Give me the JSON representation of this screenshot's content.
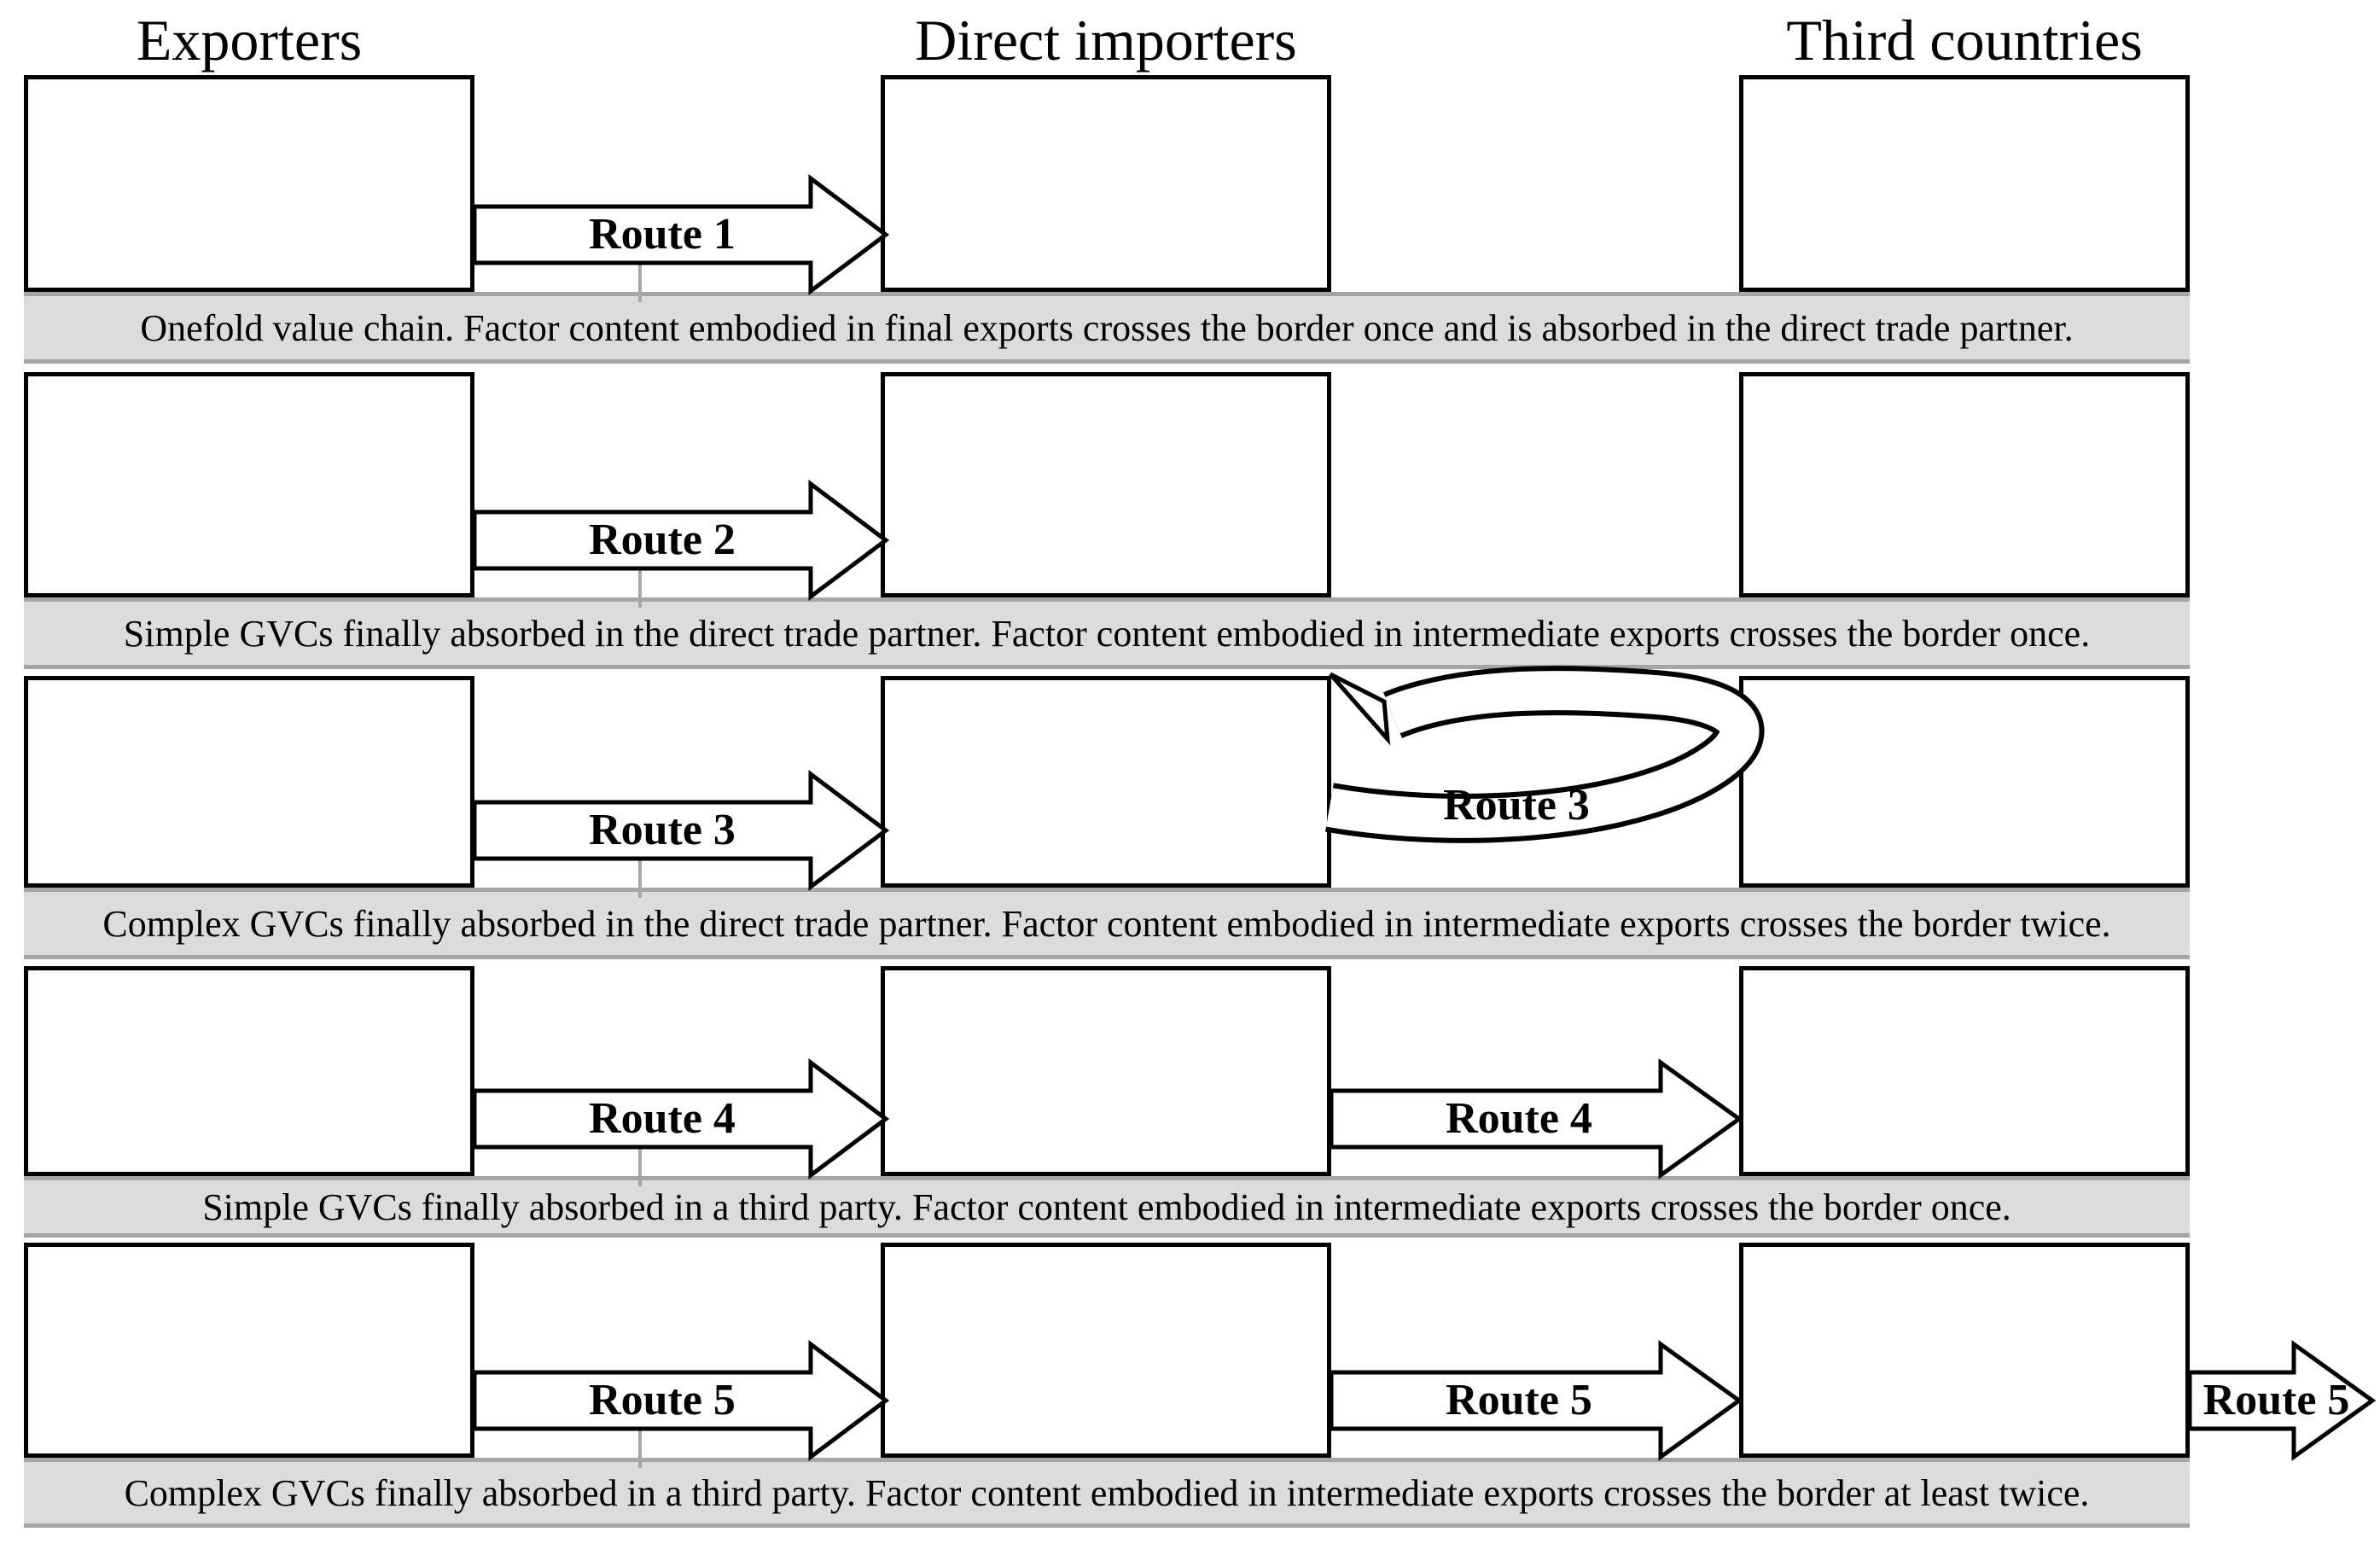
{
  "figure": {
    "columns": [
      "Exporters",
      "Direct importers",
      "Third countries"
    ],
    "rows": [
      {
        "left_arrow": "Route 1",
        "description": "Onefold value chain. Factor content embodied in final exports crosses the border once and is absorbed in the direct trade partner."
      },
      {
        "left_arrow": "Route 2",
        "description": "Simple GVCs finally absorbed in the direct trade partner. Factor content embodied in intermediate exports crosses the border once."
      },
      {
        "left_arrow": "Route 3",
        "loop_arrow": "Route 3",
        "description": "Complex GVCs finally absorbed in the direct trade partner. Factor content embodied in intermediate exports crosses the border twice."
      },
      {
        "left_arrow": "Route 4",
        "right_arrow": "Route 4",
        "description": "Simple GVCs finally absorbed in a third party. Factor content embodied in intermediate exports crosses the border once."
      },
      {
        "left_arrow": "Route 5",
        "right_arrow": "Route 5",
        "exit_arrow": "Route 5",
        "description": "Complex GVCs finally absorbed in a third party. Factor content embodied in intermediate exports crosses the border at least twice."
      }
    ],
    "colors": {
      "line": "#000000",
      "band_fill": "#dcdcdc",
      "band_edge": "#a6a6a6",
      "background": "#ffffff"
    }
  }
}
